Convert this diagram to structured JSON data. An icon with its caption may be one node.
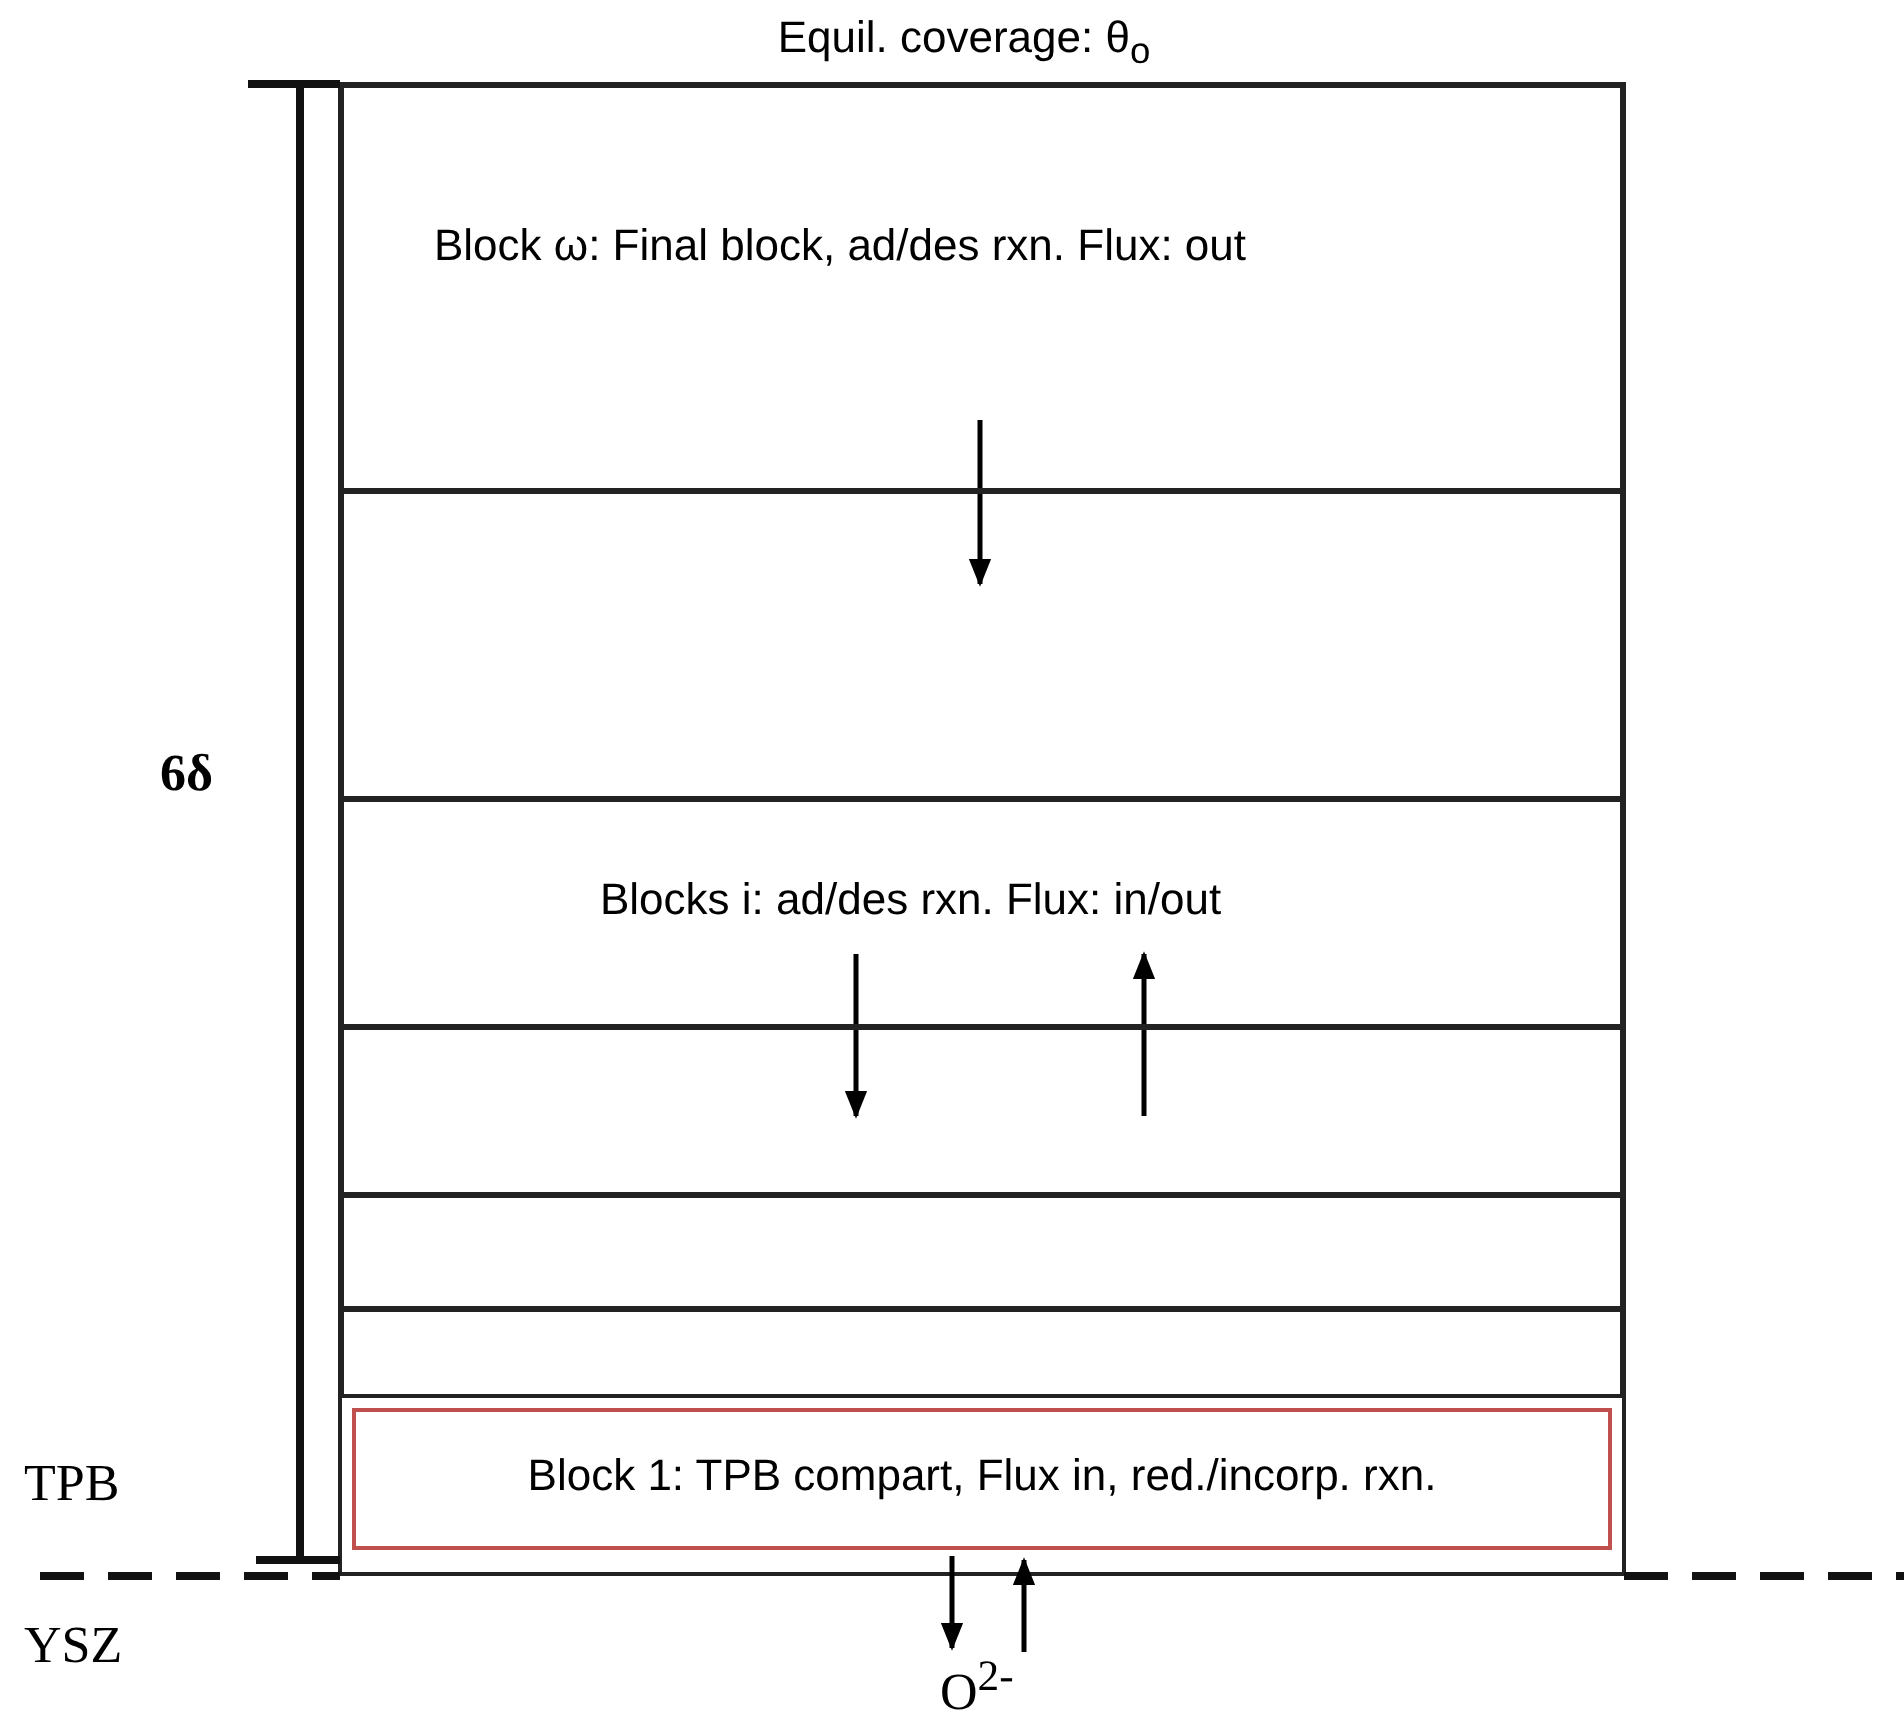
{
  "diagram": {
    "nodes": [
      {
        "text": [
          "Block ω: Final block, ad/des rxn. Flux: out"
        ]
      },
      {
        "text": [],
        "shape": "box"
      },
      {
        "text": [
          "Blocks i: ad/des rxn. Flux: in/out"
        ]
      },
      {
        "text": [],
        "shape": "box"
      },
      {
        "text": [],
        "shape": "box"
      },
      {
        "text": [],
        "shape": "box"
      },
      {
        "text": [
          "Block 1: TPB compart, Flux in, red./incorp. rxn."
        ]
      },
      {
        "text": [
          "O$^{2-}$"
        ]
      }
    ],
    "edges": [
      {
        "from": 0,
        "to": 1,
        "arrow": "to"
      },
      {
        "from": 2,
        "to": 3,
        "arrow": "to"
      },
      {
        "from": 3,
        "to": 2,
        "arrow": "to"
      },
      {
        "from": 6,
        "to": 7,
        "arrow": "to"
      },
      {
        "from": 7,
        "to": 6,
        "arrow": "to"
      }
    ],
    "labels": [
      "Equil. coverage: θ$_{o}$",
      "6δ",
      "TPB",
      "YSZ"
    ]
  }
}
